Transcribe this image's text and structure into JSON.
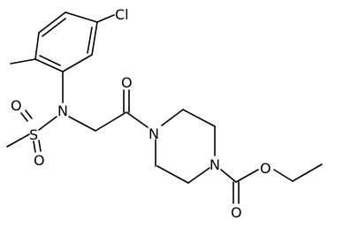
{
  "molecule": {
    "atoms": {
      "cl": "Cl",
      "n_amide_top": "N",
      "s": "S",
      "o_sulfonyl_left": "O",
      "o_sulfonyl_bottom": "O",
      "o_ketone": "O",
      "n_pip_left": "N",
      "n_pip_right": "N",
      "o_carbamate_bottom": "O",
      "o_ester": "O"
    }
  }
}
